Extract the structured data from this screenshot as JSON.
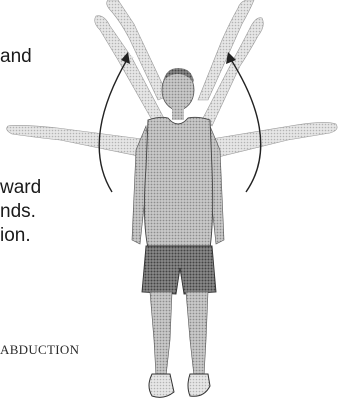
{
  "text_fragments": {
    "line1": "and",
    "line2": "ward",
    "line3": "nds.",
    "line4": "ion."
  },
  "caption": "ABDUCTION",
  "figure": {
    "subject": "standing person performing arm abduction",
    "icons": [
      "abduction-arc-arrow-left-icon",
      "abduction-arc-arrow-right-icon"
    ],
    "colors": {
      "figure_fill": "#b5b5b5",
      "figure_dark": "#5a5a5a",
      "ghost_arms": "#d4d4d4",
      "arc": "#222222"
    }
  }
}
